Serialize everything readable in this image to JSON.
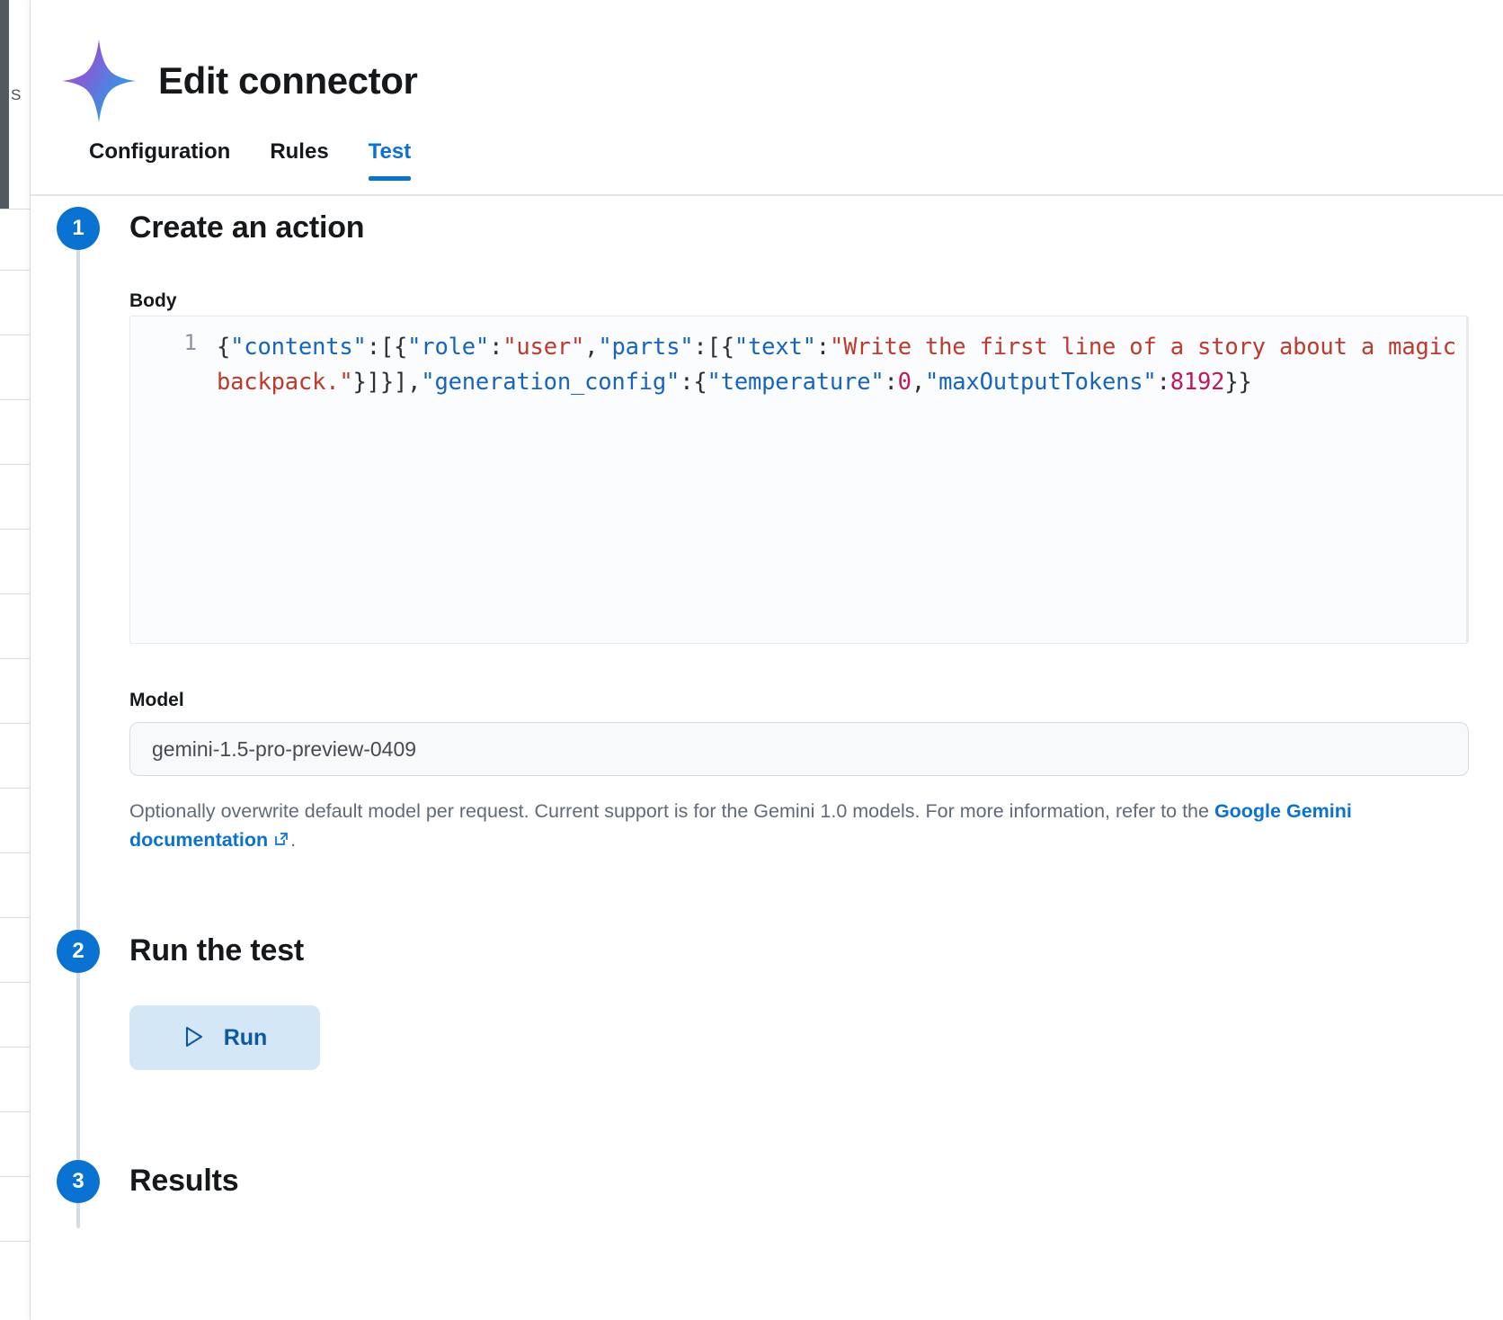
{
  "background_page": {
    "peek_text": "S"
  },
  "header": {
    "title": "Edit connector",
    "logo_icon": "gemini-sparkle-icon",
    "gradient_start": "#a855c7",
    "gradient_mid": "#7b61d9",
    "gradient_end": "#2f9fe8"
  },
  "tabs": {
    "items": [
      {
        "label": "Configuration",
        "active": false
      },
      {
        "label": "Rules",
        "active": false
      },
      {
        "label": "Test",
        "active": true
      }
    ],
    "active_color": "#0972d3"
  },
  "steps": [
    {
      "number": "1",
      "title": "Create an action"
    },
    {
      "number": "2",
      "title": "Run the test"
    },
    {
      "number": "3",
      "title": "Results"
    }
  ],
  "body_field": {
    "label": "Body",
    "line_number": "1",
    "tokens": [
      {
        "t": "{",
        "c": "pun"
      },
      {
        "t": "\"contents\"",
        "c": "key"
      },
      {
        "t": ":[{",
        "c": "pun"
      },
      {
        "t": "\"role\"",
        "c": "key"
      },
      {
        "t": ":",
        "c": "pun"
      },
      {
        "t": "\"user\"",
        "c": "str"
      },
      {
        "t": ",",
        "c": "pun"
      },
      {
        "t": "\"parts\"",
        "c": "key"
      },
      {
        "t": ":[{",
        "c": "pun"
      },
      {
        "t": "\"text\"",
        "c": "key"
      },
      {
        "t": ":",
        "c": "pun"
      },
      {
        "t": "\"Write the first line of a story about a magic backpack.\"",
        "c": "str"
      },
      {
        "t": "}]}],",
        "c": "pun"
      },
      {
        "t": "\"generation_config\"",
        "c": "key"
      },
      {
        "t": ":{",
        "c": "pun"
      },
      {
        "t": "\"temperature\"",
        "c": "key"
      },
      {
        "t": ":",
        "c": "pun"
      },
      {
        "t": "0",
        "c": "num"
      },
      {
        "t": ",",
        "c": "pun"
      },
      {
        "t": "\"maxOutputTokens\"",
        "c": "key"
      },
      {
        "t": ":",
        "c": "pun"
      },
      {
        "t": "8192",
        "c": "num"
      },
      {
        "t": "}}",
        "c": "pun"
      }
    ],
    "plain_text": "{\"contents\":[{\"role\":\"user\",\"parts\":[{\"text\":\"Write the first line of a story about a magic backpack.\"}]}],\"generation_config\":{\"temperature\":0,\"maxOutputTokens\":8192}}"
  },
  "model_field": {
    "label": "Model",
    "value": "gemini-1.5-pro-preview-0409",
    "placeholder": "gemini-1.5-pro-preview-0409",
    "helper_prefix": "Optionally overwrite default model per request. Current support is for the Gemini 1.0 models. For more information, refer to the ",
    "helper_link": "Google Gemini documentation",
    "helper_link_icon": "external-link-icon",
    "helper_suffix": "."
  },
  "run_section": {
    "button_label": "Run",
    "button_icon": "play-icon",
    "button_bg": "#d3e7f7",
    "button_fg": "#0b5a9e"
  }
}
